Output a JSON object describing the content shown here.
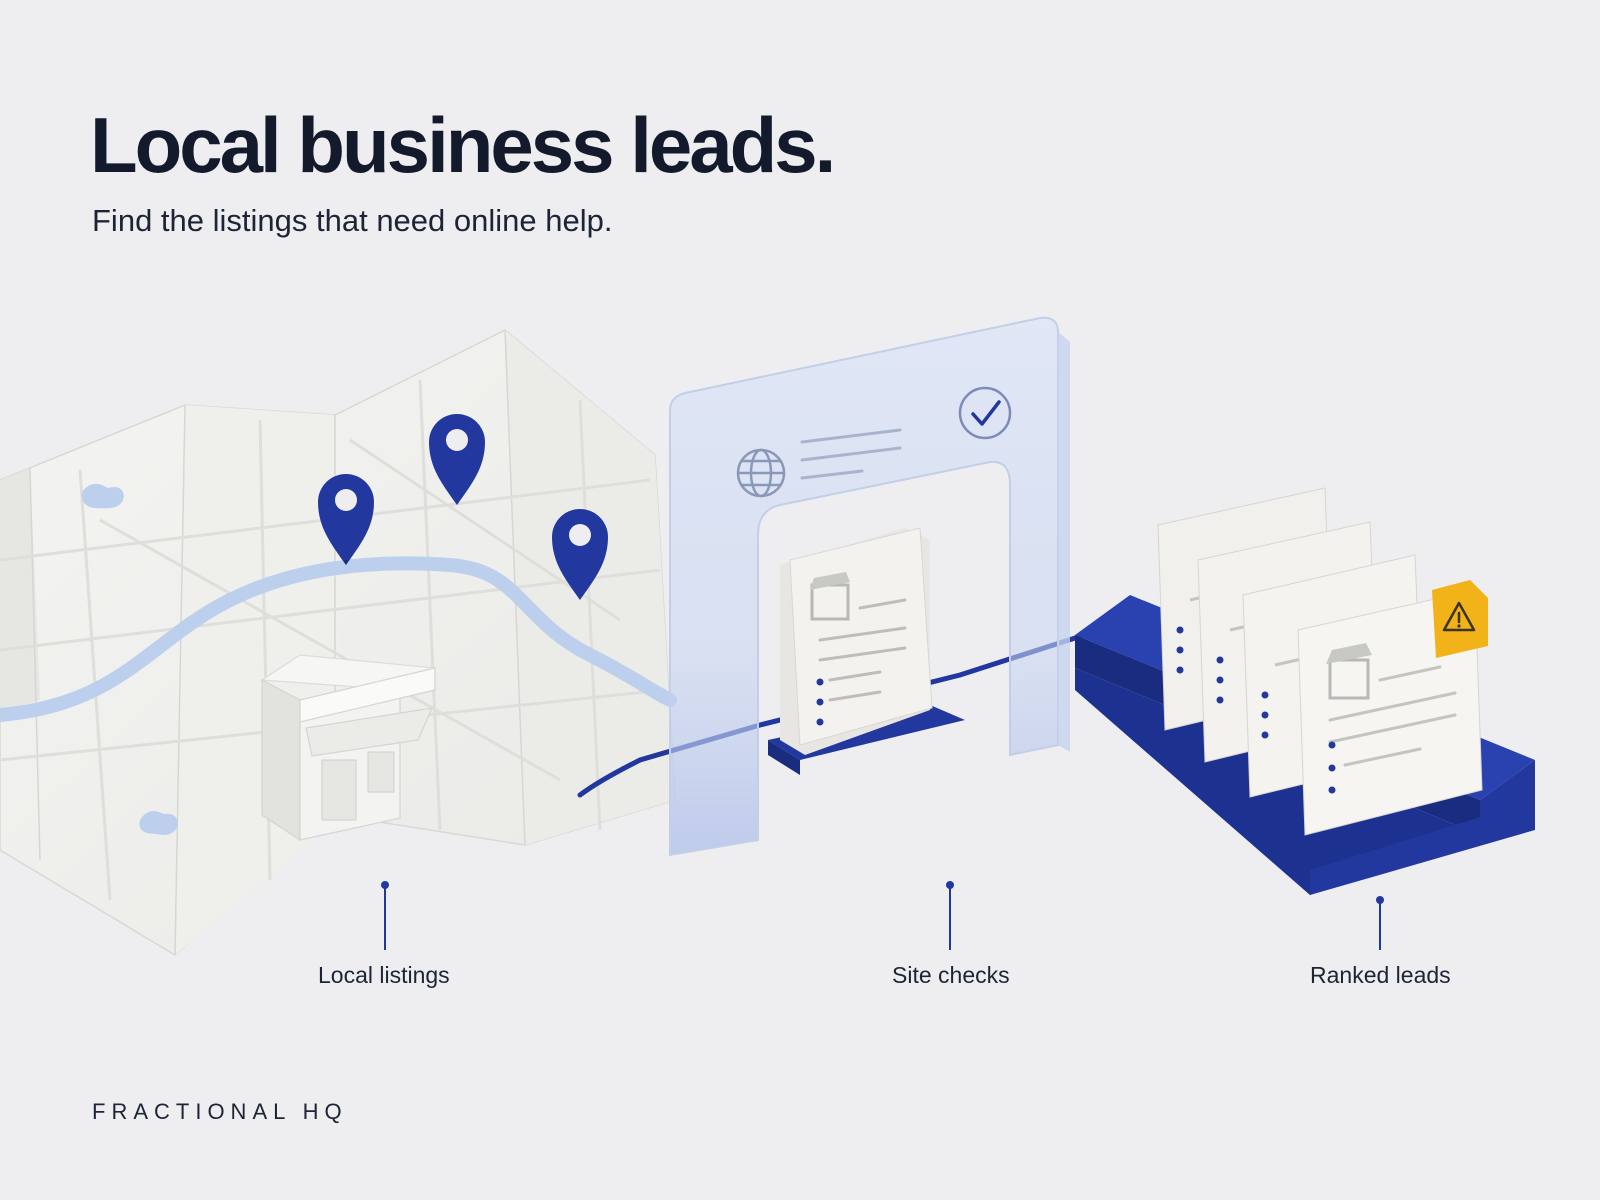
{
  "header": {
    "title": "Local business leads.",
    "subtitle": "Find the listings that need online help."
  },
  "stages": [
    {
      "label": "Local listings",
      "icon": "map-with-pins-and-storefront"
    },
    {
      "label": "Site checks",
      "icon": "glass-gate-with-globe-and-check-icon"
    },
    {
      "label": "Ranked leads",
      "icon": "card-tray-with-warning-badge"
    }
  ],
  "brand": {
    "name": "FRACTIONAL HQ"
  },
  "colors": {
    "background": "#eeeef1",
    "accent_blue": "#22389e",
    "warning_yellow": "#f2b318",
    "text_dark": "#131a2b"
  }
}
